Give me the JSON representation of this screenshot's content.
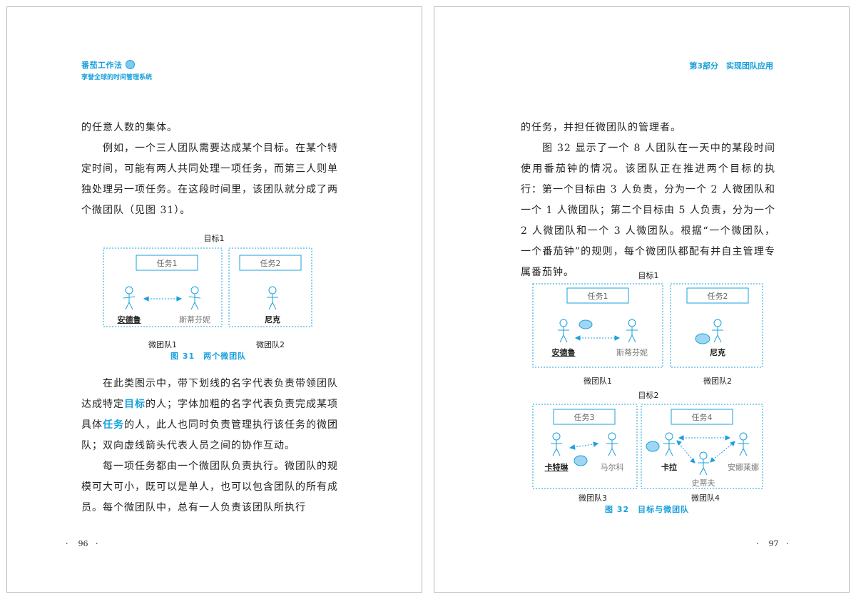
{
  "left_page": {
    "header_title": "番茄工作法",
    "header_subtitle": "享誉全球的时间管理系统",
    "para1": "的任意人数的集体。",
    "para2": "例如，一个三人团队需要达成某个目标。在某个特定时间，可能有两人共同处理一项任务，而第三人则单独处理另一项任务。在这段时间里，该团队就分成了两个微团队（见图 31）。",
    "para3_parts": [
      "在此类图示中，带下划线的名字代表负责带领团队达成特定",
      "目标",
      "的人；字体加粗的名字代表负责完成某项具体",
      "任务",
      "的人，此人也同时负责管理执行该任务的微团队；双向虚线箭头代表人员之间的协作互动。"
    ],
    "para4": "每一项任务都由一个微团队负责执行。微团队的规模可大可小，既可以是单人，也可以包含团队的所有成员。每个微团队中，总有一人负责该团队所执行",
    "figure": {
      "goal": "目标1",
      "task1": "任务1",
      "task2": "任务2",
      "person1": "安德鲁",
      "person2": "斯蒂芬妮",
      "person3": "尼克",
      "team1": "微团队1",
      "team2": "微团队2",
      "caption": "图 31　两个微团队"
    },
    "page_number": "96"
  },
  "right_page": {
    "header": "第3部分　实现团队应用",
    "para1": "的任务，并担任微团队的管理者。",
    "para2": "图 32 显示了一个 8 人团队在一天中的某段时间使用番茄钟的情况。该团队正在推进两个目标的执行：第一个目标由 3 人负责，分为一个 2 人微团队和一个 1 人微团队；第二个目标由 5 人负责，分为一个 2 人微团队和一个 3 人微团队。根据“一个微团队，一个番茄钟”的规则，每个微团队都配有并自主管理专属番茄钟。",
    "figure": {
      "goal1": "目标1",
      "goal2": "目标2",
      "task1": "任务1",
      "task2": "任务2",
      "task3": "任务3",
      "task4": "任务4",
      "p_andrew": "安德鲁",
      "p_stephanie": "斯蒂芬妮",
      "p_nick": "尼克",
      "p_katrina": "卡特琳",
      "p_marco": "马尔科",
      "p_carla": "卡拉",
      "p_steve": "史蒂夫",
      "p_annalena": "安娜莱娜",
      "team1": "微团队1",
      "team2": "微团队2",
      "team3": "微团队3",
      "team4": "微团队4",
      "caption": "图 32　目标与微团队"
    },
    "page_number": "97"
  },
  "colors": {
    "accent": "#1aa0dc",
    "tomato": "#7fcaf0"
  }
}
